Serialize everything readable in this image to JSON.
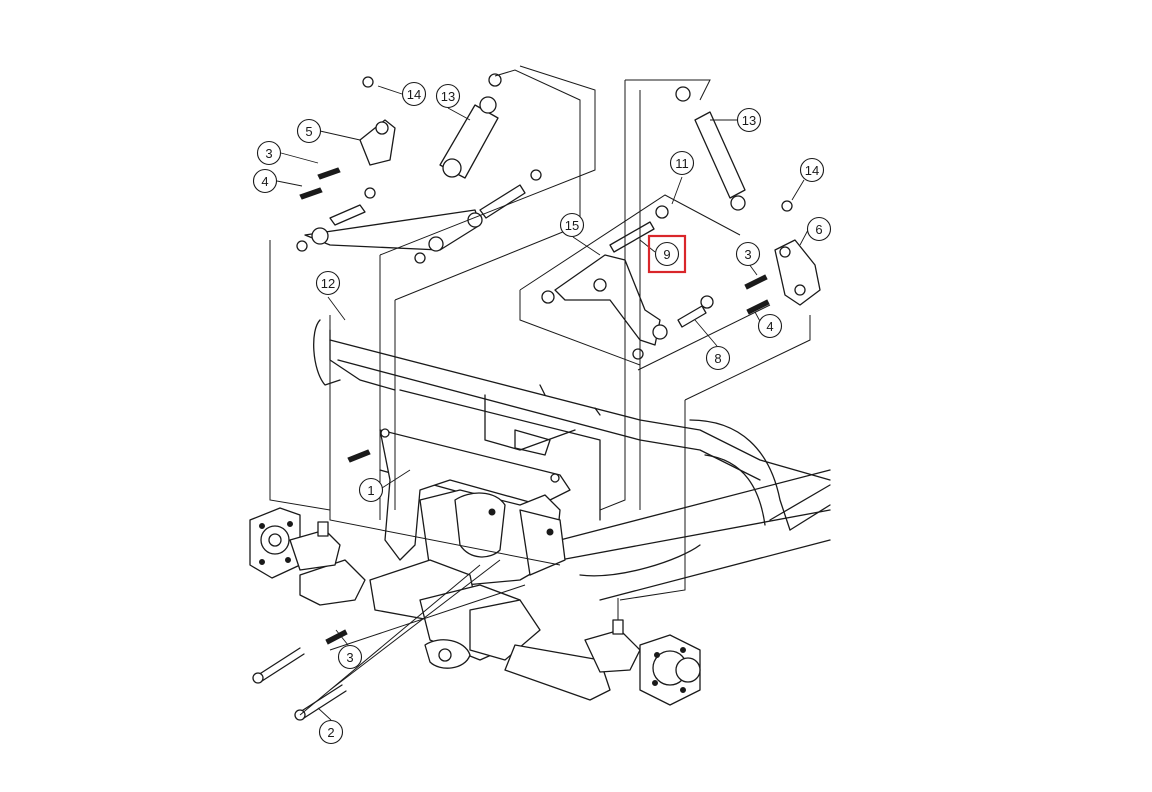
{
  "diagram": {
    "highlight_color": "#d9262a",
    "highlighted_callout": "9",
    "callouts": [
      {
        "id": "c14a",
        "label": "14"
      },
      {
        "id": "c13a",
        "label": "13"
      },
      {
        "id": "c5",
        "label": "5"
      },
      {
        "id": "c3a",
        "label": "3"
      },
      {
        "id": "c4a",
        "label": "4"
      },
      {
        "id": "c12",
        "label": "12"
      },
      {
        "id": "c13b",
        "label": "13"
      },
      {
        "id": "c11",
        "label": "11"
      },
      {
        "id": "c14b",
        "label": "14"
      },
      {
        "id": "c15",
        "label": "15"
      },
      {
        "id": "c9",
        "label": "9"
      },
      {
        "id": "c6",
        "label": "6"
      },
      {
        "id": "c3b",
        "label": "3"
      },
      {
        "id": "c4b",
        "label": "4"
      },
      {
        "id": "c8",
        "label": "8"
      },
      {
        "id": "c1",
        "label": "1"
      },
      {
        "id": "c3c",
        "label": "3"
      },
      {
        "id": "c2",
        "label": "2"
      }
    ]
  }
}
